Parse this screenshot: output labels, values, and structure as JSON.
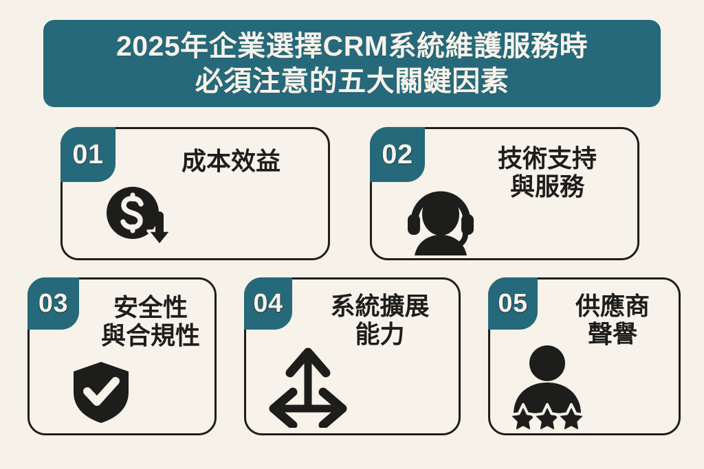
{
  "theme": {
    "background": "#f6f1e9",
    "accent_teal": "#25697a",
    "ink": "#1d1d1b",
    "cream": "#f7f3ec"
  },
  "title": {
    "line1": "2025年企業選擇CRM系統維護服務時",
    "line2": "必須注意的五大關鍵因素"
  },
  "cards": [
    {
      "number": "01",
      "title": "成本效益",
      "icon": "money-down-arrow-icon"
    },
    {
      "number": "02",
      "title": "技術支持\n與服務",
      "icon": "headset-support-icon"
    },
    {
      "number": "03",
      "title": "安全性\n與合規性",
      "icon": "shield-check-icon"
    },
    {
      "number": "04",
      "title": "系統擴展\n能力",
      "icon": "scalability-arrows-icon"
    },
    {
      "number": "05",
      "title": "供應商\n聲譽",
      "icon": "person-three-stars-icon"
    }
  ]
}
